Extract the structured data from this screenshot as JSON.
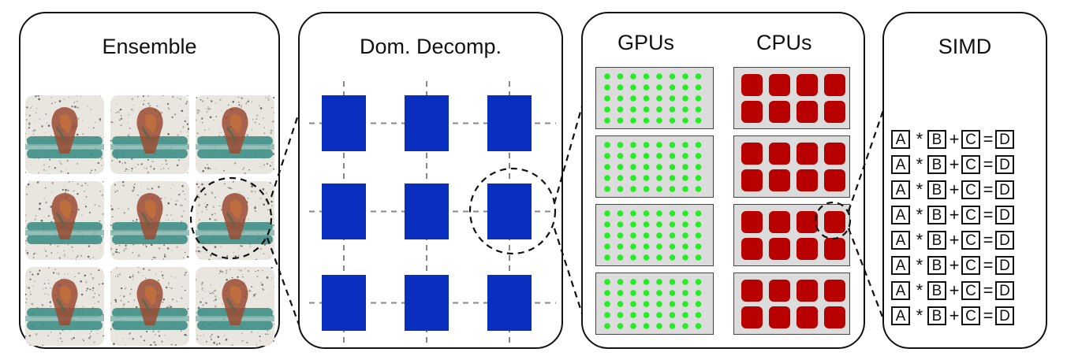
{
  "panels": {
    "ensemble": {
      "title": "Ensemble"
    },
    "domain": {
      "title": "Dom. Decomp."
    },
    "hardware": {
      "gpu_title": "GPUs",
      "cpu_title": "CPUs"
    },
    "simd": {
      "title": "SIMD"
    }
  },
  "simd_expression": {
    "a": "A",
    "mul": "*",
    "b": "B",
    "plus": "+",
    "c": "C",
    "eq": "=",
    "d": "D"
  },
  "simd_rows": 8,
  "ensemble_grid": {
    "rows": 3,
    "cols": 3
  },
  "domain_grid": {
    "rows": 3,
    "cols": 3
  },
  "hardware_rows": 4,
  "gpu_dots": {
    "rows": 5,
    "cols": 8
  },
  "cpu_cores": {
    "rows": 2,
    "cols": 4
  },
  "colors": {
    "domain_block": "#0a2fbf",
    "gpu_dot": "#22ee22",
    "cpu_core": "#b80000",
    "board": "#dcdcdc",
    "dashed_grid": "#888888",
    "membrane": "#3f8f86",
    "protein": "#9a4a32"
  },
  "icons": [
    "protein-membrane-icon",
    "zoom-circle-icon"
  ]
}
